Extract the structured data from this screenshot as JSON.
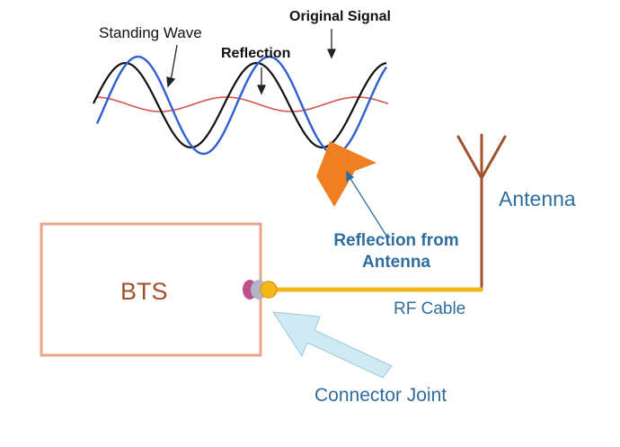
{
  "labels": {
    "standing_wave": "Standing Wave",
    "original_signal": "Original Signal",
    "reflection": "Reflection",
    "antenna": "Antenna",
    "reflection_from_antenna": "Reflection from Antenna",
    "bts": "BTS",
    "rf_cable": "RF Cable",
    "connector_joint": "Connector Joint"
  },
  "colors": {
    "original_signal_wave": "#2f5fd0",
    "standing_wave": "#111111",
    "reflection_wave": "#d9534f",
    "bts_box": "#e8a58c",
    "cable": "#f5b81a",
    "antenna": "#a0522d",
    "reflection_arrow": "#f07f21",
    "connector_arrow": "#cfeaf2",
    "label_blue": "#2f6d9e"
  }
}
